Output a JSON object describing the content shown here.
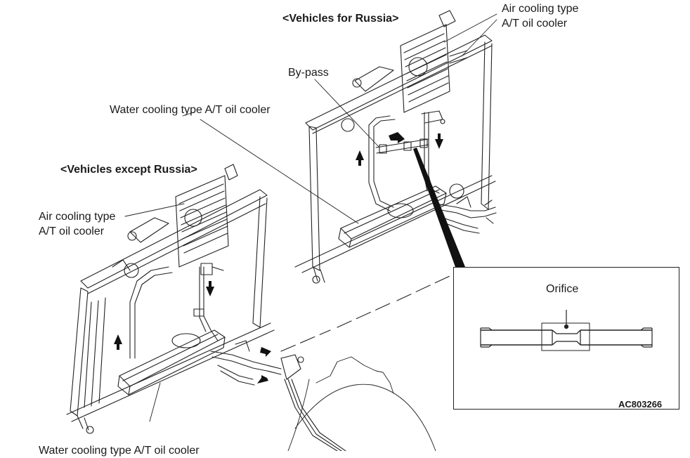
{
  "document": {
    "figure_code": "AC803266",
    "sections": {
      "russia": {
        "heading": "<Vehicles for Russia>",
        "labels": {
          "air_cooling_line1": "Air cooling type",
          "air_cooling_line2": "A/T oil cooler",
          "bypass": "By-pass",
          "water_cooling": "Water cooling type A/T oil cooler"
        }
      },
      "except_russia": {
        "heading": "<Vehicles except Russia>",
        "labels": {
          "air_cooling_line1": "Air cooling type",
          "air_cooling_line2": "A/T oil cooler",
          "water_cooling_cut": "Water cooling type A/T oil cooler"
        }
      }
    },
    "inset": {
      "label": "Orifice",
      "code": "AC803266"
    },
    "icons": {
      "flow_arrow": "flow-direction-arrow"
    }
  }
}
